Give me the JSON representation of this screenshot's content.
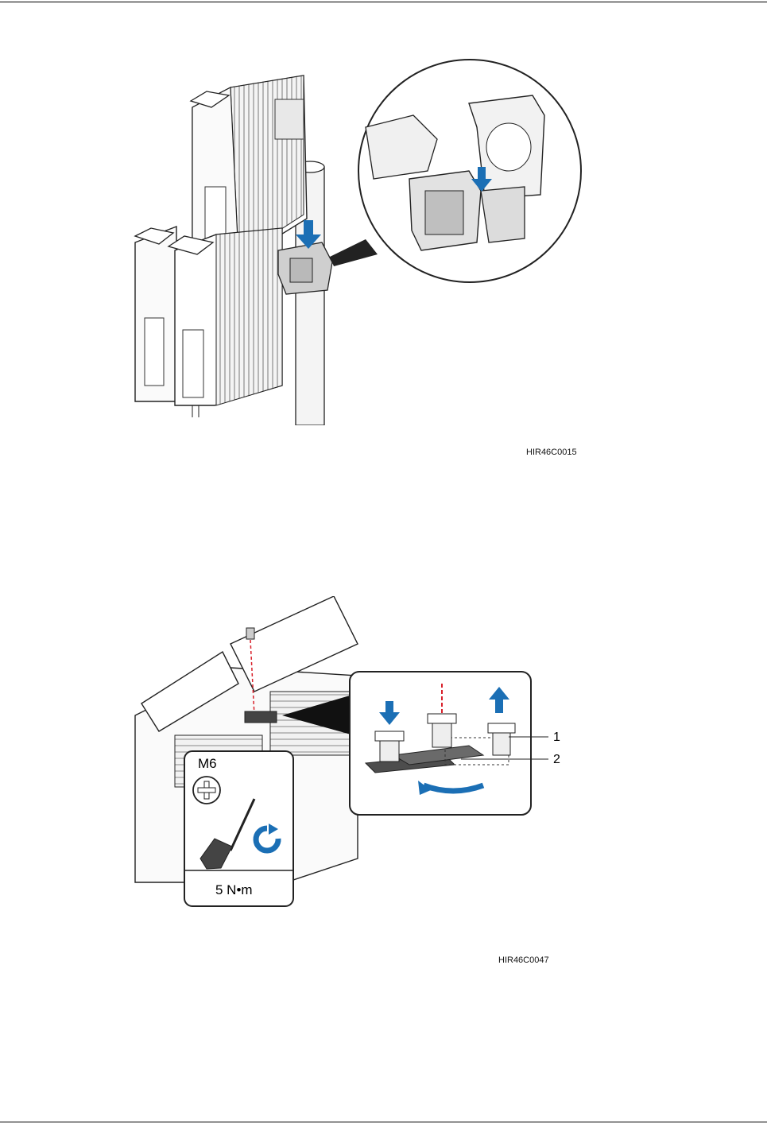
{
  "figures": [
    {
      "code": "HIR46C0015"
    },
    {
      "code": "HIR46C0047",
      "callouts": [
        "1",
        "2"
      ],
      "tool": {
        "screw_size": "M6",
        "torque": "5 N•m"
      }
    }
  ],
  "colors": {
    "arrow_blue": "#1b6fb5",
    "dash_red": "#d8202a",
    "line": "#222222",
    "shade": "#d8d8d8"
  },
  "icons": [
    "phillips-head-icon",
    "screwdriver-icon",
    "clockwise-rotation-icon"
  ]
}
